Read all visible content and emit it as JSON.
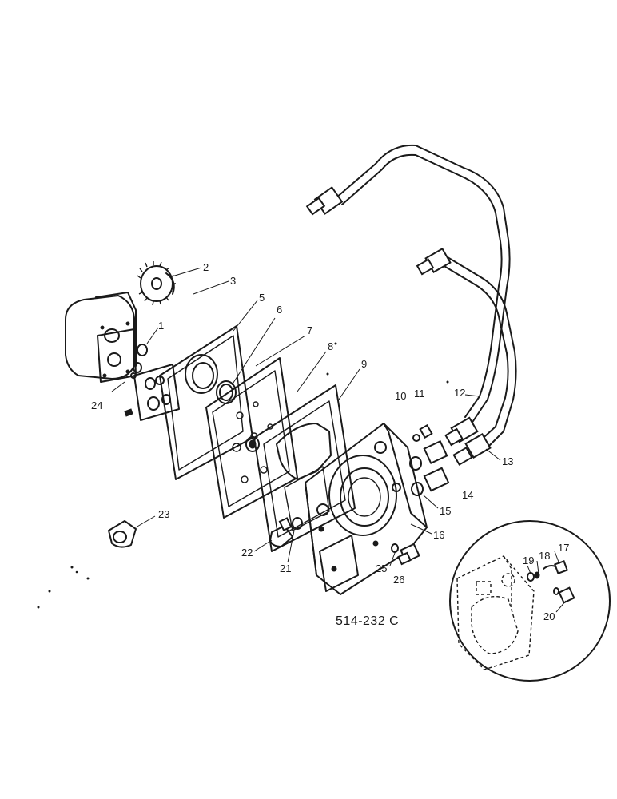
{
  "figure": {
    "reference_code": "514-232 C",
    "callouts": [
      "1",
      "2",
      "3",
      "5",
      "6",
      "7",
      "8",
      "9",
      "10",
      "11",
      "12",
      "13",
      "14",
      "15",
      "16",
      "17",
      "18",
      "19",
      "20",
      "21",
      "22",
      "23",
      "24",
      "25",
      "26"
    ]
  }
}
